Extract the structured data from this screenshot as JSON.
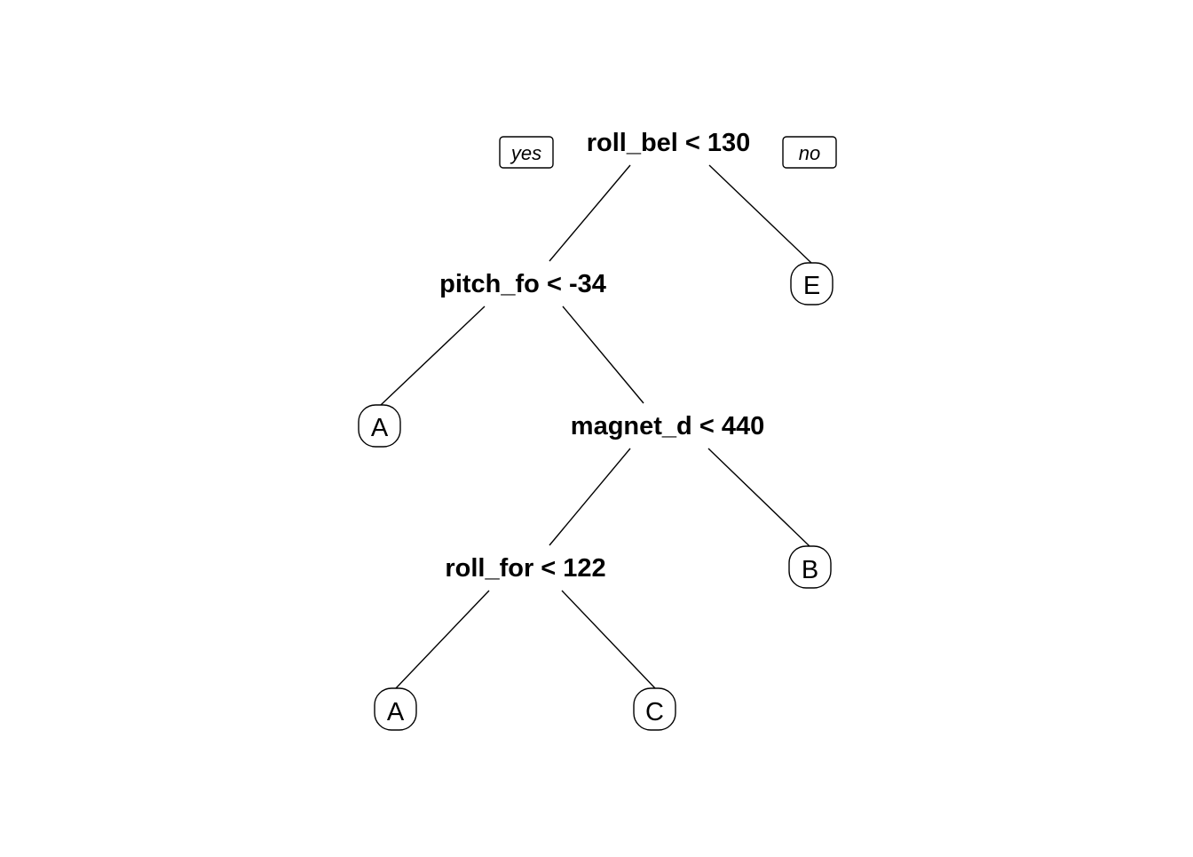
{
  "tree": {
    "branch_labels": {
      "yes": "yes",
      "no": "no"
    },
    "splits": {
      "root": "roll_bel < 130",
      "pitch": "pitch_fo < -34",
      "magnet": "magnet_d < 440",
      "roll_for": "roll_for < 122"
    },
    "leaves": {
      "E": "E",
      "A_left": "A",
      "B": "B",
      "A_bottom": "A",
      "C": "C"
    }
  }
}
